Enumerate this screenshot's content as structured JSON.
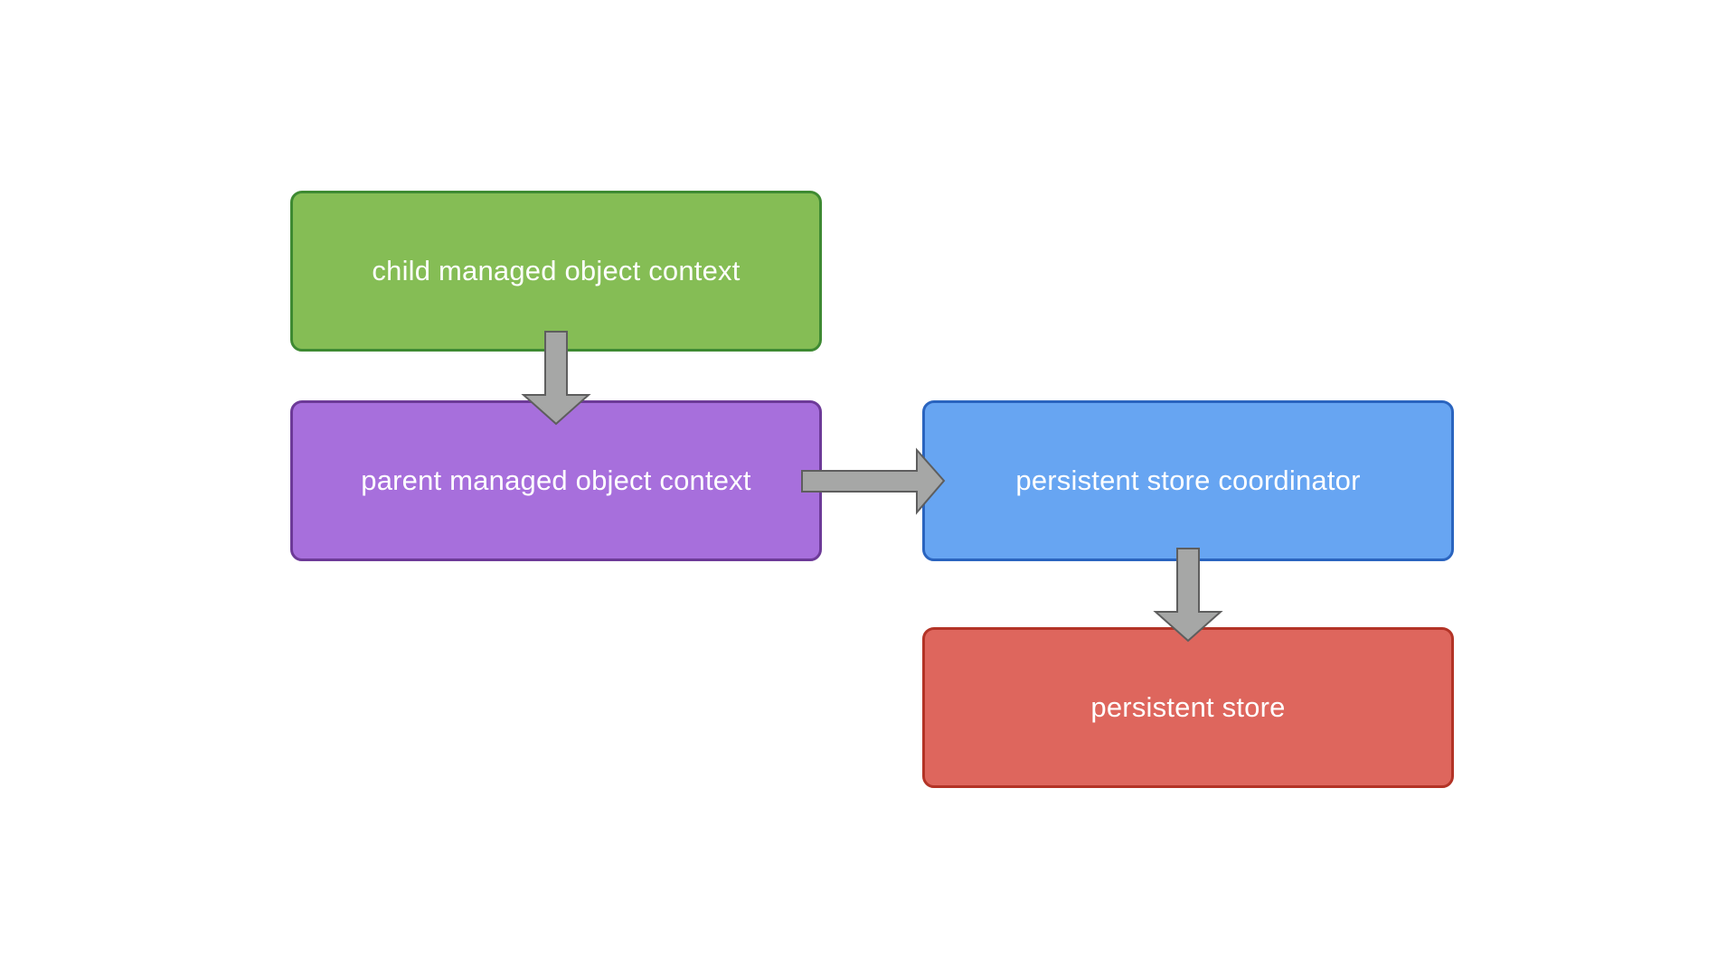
{
  "diagram": {
    "nodes": [
      {
        "id": "child",
        "label": "child managed object context",
        "fill": "#85BD55",
        "stroke": "#3E8A32"
      },
      {
        "id": "parent",
        "label": "parent managed object context",
        "fill": "#A76FDC",
        "stroke": "#6D3A98"
      },
      {
        "id": "coord",
        "label": "persistent store coordinator",
        "fill": "#67A5F2",
        "stroke": "#2A64BF"
      },
      {
        "id": "store",
        "label": "persistent store",
        "fill": "#DE665D",
        "stroke": "#B33326"
      }
    ],
    "edges": [
      {
        "from": "child",
        "to": "parent",
        "direction": "down"
      },
      {
        "from": "parent",
        "to": "coord",
        "direction": "right"
      },
      {
        "from": "coord",
        "to": "store",
        "direction": "down"
      }
    ],
    "arrow_style": {
      "fill": "#A6A7A6",
      "stroke": "#5E5E5E"
    }
  }
}
